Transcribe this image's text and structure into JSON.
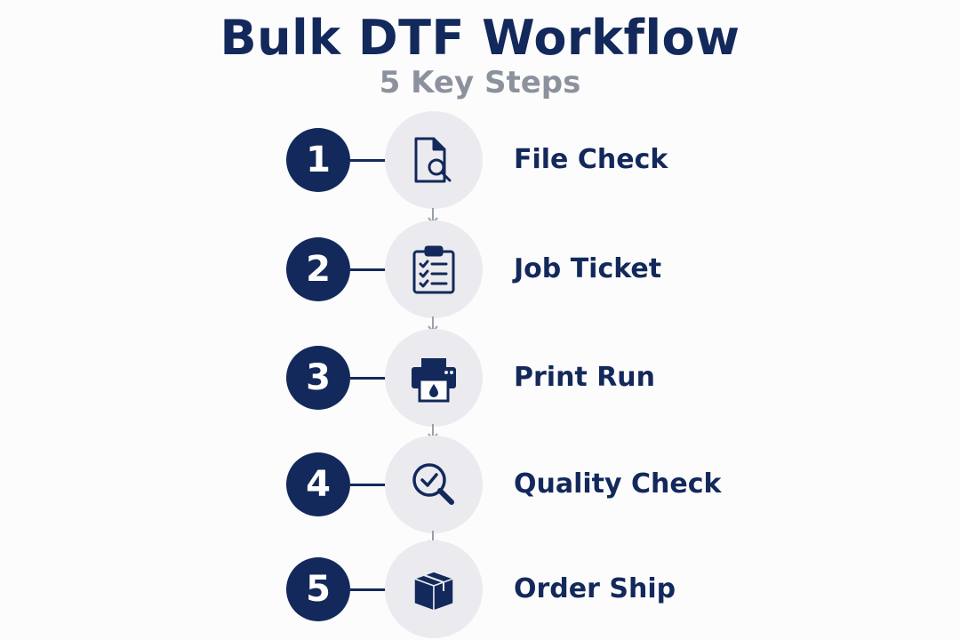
{
  "title": "Bulk DTF Workflow",
  "subtitle": "5 Key Steps",
  "colors": {
    "navy": "#13295b",
    "gray_text": "#8c929d",
    "icon_bg": "#ebebef",
    "arrow": "#9aa0aa",
    "background": "#fcfcfd"
  },
  "steps": [
    {
      "number": "1",
      "label": "File Check",
      "icon": "file-search-icon"
    },
    {
      "number": "2",
      "label": "Job Ticket",
      "icon": "clipboard-checklist-icon"
    },
    {
      "number": "3",
      "label": "Print Run",
      "icon": "printer-ink-icon"
    },
    {
      "number": "4",
      "label": "Quality Check",
      "icon": "magnifier-check-icon"
    },
    {
      "number": "5",
      "label": "Order Ship",
      "icon": "shipping-box-icon"
    }
  ]
}
